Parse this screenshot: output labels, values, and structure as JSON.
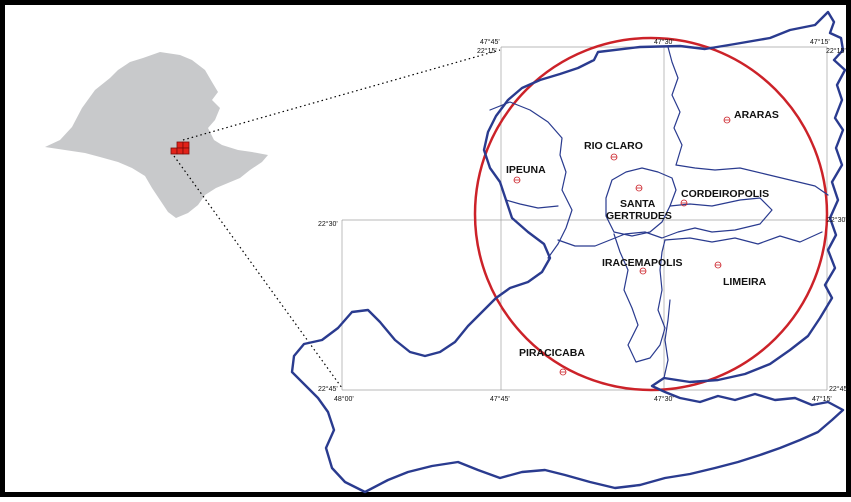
{
  "colors": {
    "frame": "#000000",
    "state_fill": "#c8c9cb",
    "highlight": "#e2231a",
    "boundary": "#2a3b8f",
    "circle": "#cc2229",
    "grid": "#a0a0a0"
  },
  "municipalities": {
    "araras": "ARARAS",
    "rio_claro": "RIO CLARO",
    "ipeuna": "IPEUNA",
    "cordeiropolis": "CORDEIROPOLIS",
    "santa_gertrudes_line1": "SANTA",
    "santa_gertrudes_line2": "GERTRUDES",
    "iracemapolis": "IRACEMAPOLIS",
    "limeira": "LIMEIRA",
    "piracicaba": "PIRACICABA"
  },
  "coordinates": {
    "lon_4745_top": "47°45'",
    "lon_4730_top": "47°30'",
    "lon_4715_top": "47°15'",
    "lat_2215_left": "22°15'",
    "lat_2215_right": "22°15'",
    "lat_2230_left": "22°30'",
    "lat_2230_right": "22°30'",
    "lat_2245_left": "22°45'",
    "lat_2245_right": "22°45'",
    "lon_4800_bottom": "48°00'",
    "lon_4745_bottom": "47°45'",
    "lon_4730_bottom": "47°30'",
    "lon_4715_bottom": "47°15'"
  },
  "icons": {
    "city_marker": "circle-with-line",
    "state_inset": "sao-paulo-state-silhouette"
  }
}
